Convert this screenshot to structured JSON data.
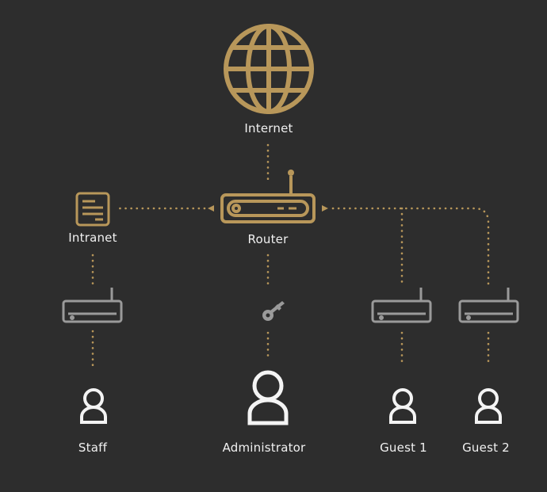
{
  "colors": {
    "background": "#2d2d2d",
    "gold": "#b8975a",
    "gray": "#9a9a9a",
    "white": "#f4f4f4"
  },
  "nodes": {
    "internet": {
      "label": "Internet",
      "icon": "globe-icon"
    },
    "router": {
      "label": "Router",
      "icon": "router-icon"
    },
    "intranet": {
      "label": "Intranet",
      "icon": "server-icon"
    },
    "staff": {
      "label": "Staff",
      "icon": "user-icon"
    },
    "administrator": {
      "label": "Administrator",
      "icon": "user-icon"
    },
    "guest1": {
      "label": "Guest 1",
      "icon": "user-icon"
    },
    "guest2": {
      "label": "Guest 2",
      "icon": "user-icon"
    }
  },
  "access_points": [
    {
      "icon": "access-point-icon"
    },
    {
      "icon": "access-point-icon"
    },
    {
      "icon": "access-point-icon"
    }
  ],
  "key": {
    "icon": "key-icon"
  }
}
